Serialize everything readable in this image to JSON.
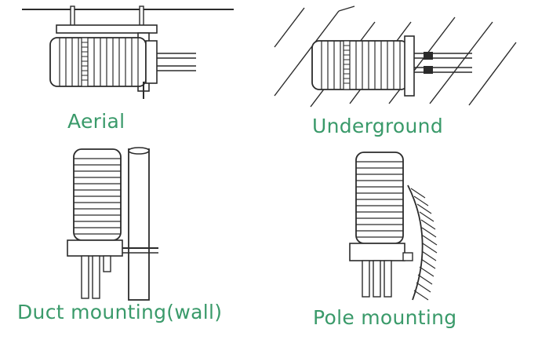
{
  "captions": {
    "aerial": "Aerial",
    "underground": "Underground",
    "duct": "Duct mounting(wall)",
    "pole": "Pole mounting"
  },
  "colors": {
    "caption": "#3a9a6a",
    "line": "#2b2b2b",
    "background": "#ffffff"
  }
}
